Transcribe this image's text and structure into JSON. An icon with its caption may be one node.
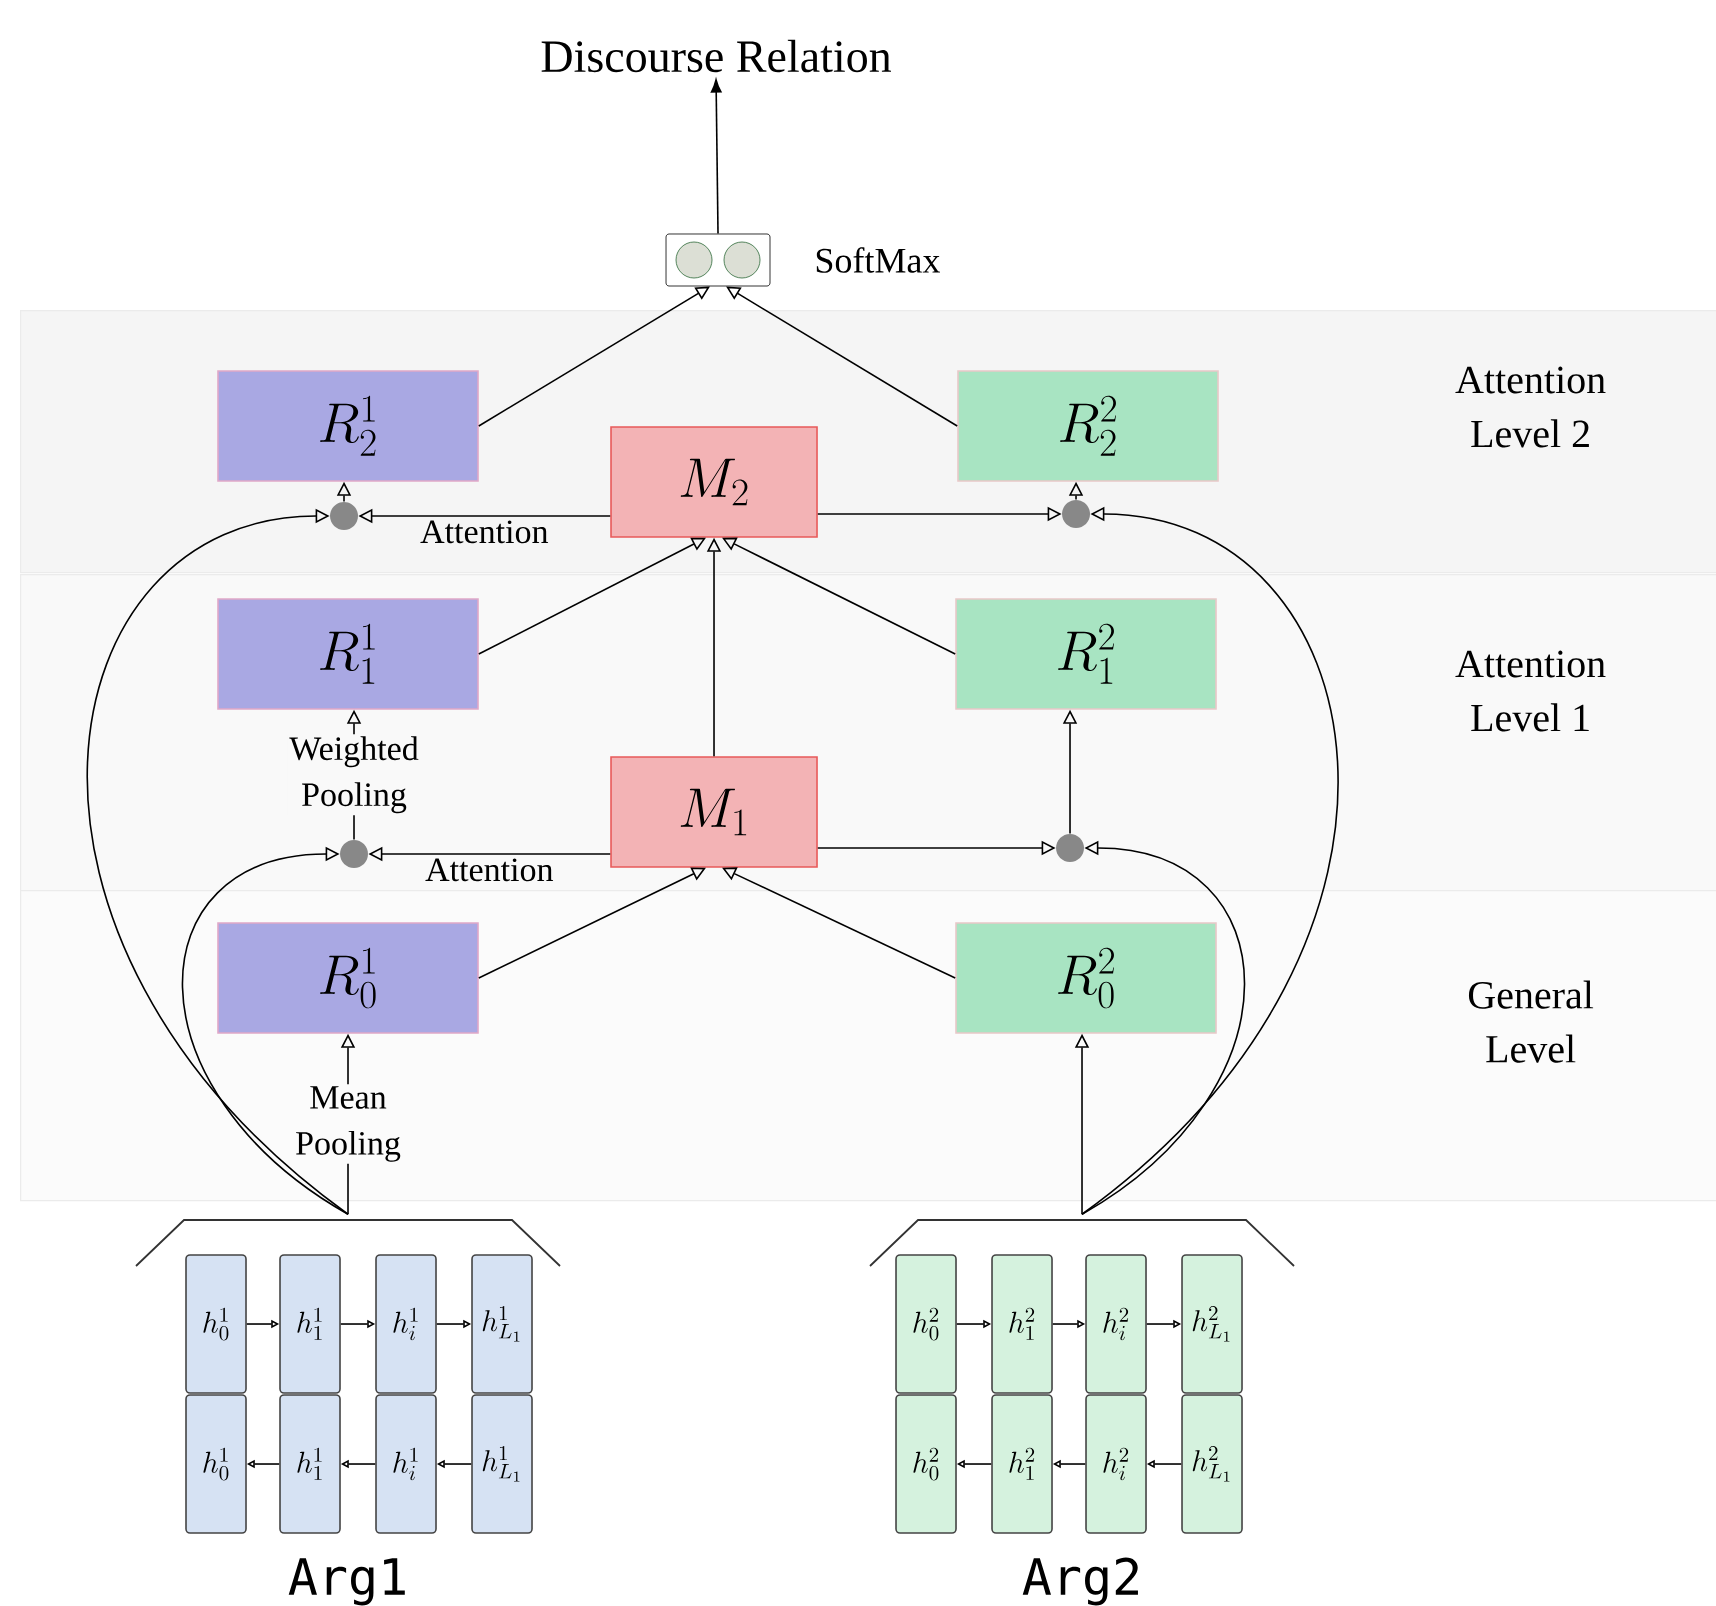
{
  "diagram": {
    "nodes": [
      {
        "text": [
          "Discourse Relation"
        ]
      },
      {
        "text": [],
        "shape": "box",
        "beside": [
          "SoftMax"
        ]
      },
      {
        "text": [
          "Attention Level 2"
        ]
      },
      {
        "text": [
          "R^{1}_{2}"
        ],
        "in": 2
      },
      {
        "text": [
          "M_{2}"
        ],
        "in": 2
      },
      {
        "text": [
          "R^{2}_{2}"
        ],
        "in": 2
      },
      {
        "text": [],
        "shape": "circle",
        "in": 2
      },
      {
        "text": [],
        "shape": "circle",
        "in": 2
      },
      {
        "text": [
          "Attention Level 1"
        ]
      },
      {
        "text": [
          "R^{1}_{1}"
        ],
        "in": 8
      },
      {
        "text": [
          "R^{2}_{1}"
        ],
        "in": 8
      },
      {
        "text": [
          "M_{1}"
        ],
        "in": 8
      },
      {
        "text": [],
        "shape": "circle",
        "in": 8
      },
      {
        "text": [],
        "shape": "circle",
        "in": 8
      },
      {
        "text": [
          "General Level"
        ]
      },
      {
        "text": [
          "R^{1}_{0}"
        ],
        "in": 14
      },
      {
        "text": [
          "R^{2}_{0}"
        ],
        "in": 14
      },
      {
        "text": [
          "Arg1"
        ]
      },
      {
        "text": [
          "h^{1}_{0}"
        ],
        "in": 17
      },
      {
        "text": [
          "h^{1}_{1}"
        ],
        "in": 17
      },
      {
        "text": [
          "h^{1}_{i}"
        ],
        "in": 17
      },
      {
        "text": [
          "h^{1}_{L_1}"
        ],
        "in": 17
      },
      {
        "text": [
          "h^{1}_{0}"
        ],
        "in": 17
      },
      {
        "text": [
          "h^{1}_{1}"
        ],
        "in": 17
      },
      {
        "text": [
          "h^{1}_{i}"
        ],
        "in": 17
      },
      {
        "text": [
          "h^{1}_{L_1}"
        ],
        "in": 17
      },
      {
        "text": [
          "Arg2"
        ]
      },
      {
        "text": [
          "h^{2}_{0}"
        ],
        "in": 26
      },
      {
        "text": [
          "h^{2}_{1}"
        ],
        "in": 26
      },
      {
        "text": [
          "h^{2}_{i}"
        ],
        "in": 26
      },
      {
        "text": [
          "h^{2}_{L_1}"
        ],
        "in": 26
      },
      {
        "text": [
          "h^{2}_{0}"
        ],
        "in": 26
      },
      {
        "text": [
          "h^{2}_{1}"
        ],
        "in": 26
      },
      {
        "text": [
          "h^{2}_{i}"
        ],
        "in": 26
      },
      {
        "text": [
          "h^{2}_{L_1}"
        ],
        "in": 26
      }
    ],
    "edges": [
      {
        "from": 1,
        "to": 0,
        "arrow": "to"
      },
      {
        "from": 3,
        "to": 1,
        "arrow": "to"
      },
      {
        "from": 5,
        "to": 1,
        "arrow": "to"
      },
      {
        "from": 6,
        "to": 3,
        "arrow": "to"
      },
      {
        "from": 4,
        "to": 6,
        "arrow": "to",
        "label": "Attention"
      },
      {
        "from": 4,
        "to": 7,
        "arrow": "to"
      },
      {
        "from": 7,
        "to": 5,
        "arrow": "to"
      },
      {
        "from": 17,
        "to": 6,
        "arrow": "to"
      },
      {
        "from": 26,
        "to": 7,
        "arrow": "to"
      },
      {
        "from": 9,
        "to": 4,
        "arrow": "to"
      },
      {
        "from": 11,
        "to": 4,
        "arrow": "to"
      },
      {
        "from": 10,
        "to": 4,
        "arrow": "to"
      },
      {
        "from": 12,
        "to": 9,
        "arrow": "to",
        "label": "Weighted Pooling"
      },
      {
        "from": 11,
        "to": 12,
        "arrow": "to",
        "label": "Attention"
      },
      {
        "from": 11,
        "to": 13,
        "arrow": "to"
      },
      {
        "from": 13,
        "to": 10,
        "arrow": "to"
      },
      {
        "from": 17,
        "to": 12,
        "arrow": "to"
      },
      {
        "from": 26,
        "to": 13,
        "arrow": "to"
      },
      {
        "from": 15,
        "to": 11,
        "arrow": "to"
      },
      {
        "from": 16,
        "to": 11,
        "arrow": "to"
      },
      {
        "from": 17,
        "to": 15,
        "arrow": "to",
        "label": "Mean Pooling"
      },
      {
        "from": 26,
        "to": 16,
        "arrow": "to"
      },
      {
        "from": 18,
        "to": 19,
        "arrow": "to"
      },
      {
        "from": 19,
        "to": 20,
        "arrow": "to"
      },
      {
        "from": 20,
        "to": 21,
        "arrow": "to"
      },
      {
        "from": 25,
        "to": 24,
        "arrow": "to"
      },
      {
        "from": 24,
        "to": 23,
        "arrow": "to"
      },
      {
        "from": 23,
        "to": 22,
        "arrow": "to"
      },
      {
        "from": 27,
        "to": 28,
        "arrow": "to"
      },
      {
        "from": 28,
        "to": 29,
        "arrow": "to"
      },
      {
        "from": 29,
        "to": 30,
        "arrow": "to"
      },
      {
        "from": 34,
        "to": 33,
        "arrow": "to"
      },
      {
        "from": 33,
        "to": 32,
        "arrow": "to"
      },
      {
        "from": 32,
        "to": 31,
        "arrow": "to"
      }
    ]
  }
}
